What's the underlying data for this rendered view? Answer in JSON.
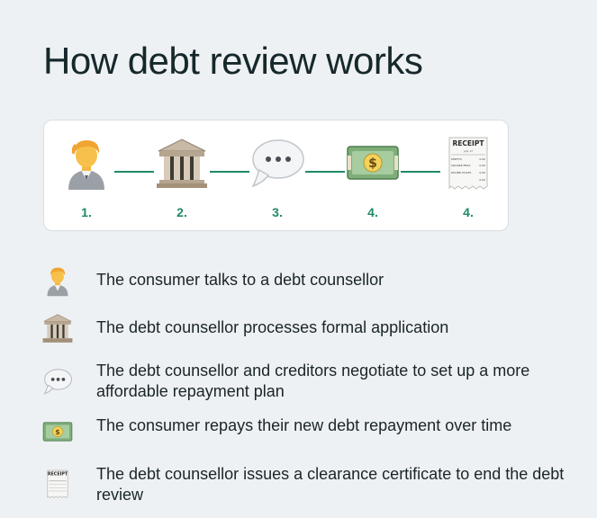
{
  "title": "How debt review works",
  "flow": {
    "steps": [
      {
        "number": "1.",
        "icon": "consumer-person-icon"
      },
      {
        "number": "2.",
        "icon": "bank-building-icon"
      },
      {
        "number": "3.",
        "icon": "speech-bubble-icon"
      },
      {
        "number": "4.",
        "icon": "money-banknote-icon"
      },
      {
        "number": "4.",
        "icon": "receipt-icon"
      }
    ],
    "accent_color": "#1f8a68"
  },
  "list": {
    "items": [
      {
        "icon": "consumer-person-icon",
        "text": "The consumer talks to a debt counsellor"
      },
      {
        "icon": "bank-building-icon",
        "text": "The debt counsellor processes formal application"
      },
      {
        "icon": "speech-bubble-icon",
        "text": "The debt counsellor and creditors negotiate to set up a more affordable repayment plan"
      },
      {
        "icon": "money-banknote-icon",
        "text": "The consumer repays their new debt repayment over time"
      },
      {
        "icon": "receipt-icon",
        "text": "The debt counsellor issues a clearance certificate to end the debt review"
      }
    ]
  },
  "receipt_icon_text": {
    "heading": "RECEIPT",
    "date": "July 17",
    "lines": [
      "MISFITS",
      "SQUARE PEGS",
      "ROUND HOLES"
    ],
    "amount": "0.00"
  },
  "banknote_symbol": "$"
}
